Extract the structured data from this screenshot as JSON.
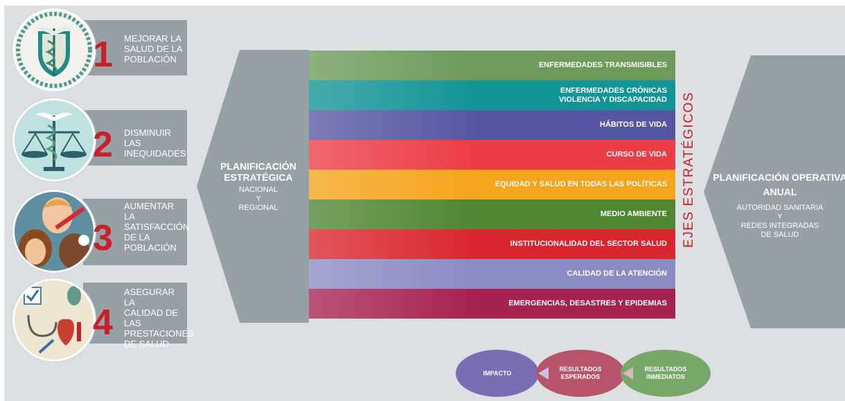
{
  "colors": {
    "background": "#dde0e2",
    "objective_box": "#95a1a5",
    "chevron": "#95a1a5",
    "number_red": "#c8202b",
    "axis_red": "#c8202b"
  },
  "objectives": [
    {
      "number": "1",
      "text": "Mejorar la\nsalud de la\npoblación",
      "icon": "caduceus-shield-icon"
    },
    {
      "number": "2",
      "text": "Disminuir las\ninequidades",
      "icon": "balance-scale-caduceus-icon"
    },
    {
      "number": "3",
      "text": "Aumentar la\nsatisfacción\nde la\npoblación",
      "icon": "patients-faces-icon"
    },
    {
      "number": "4",
      "text": "Asegurar la\ncalidad de las\nprestaciones\nde salud",
      "icon": "medical-tools-icon"
    }
  ],
  "strategic_planning": {
    "title": "PLANIFICACIÓN\nESTRATÉGICA",
    "subtitle": "NACIONAL\nY\nREGIONAL"
  },
  "axes": [
    {
      "label": "ENFERMEDADES TRANSMISIBLES",
      "color": "#6e9a5c"
    },
    {
      "label": "ENFERMEDADES CRÓNICAS\nVIOLENCIA Y DISCAPACIDAD",
      "color": "#139497"
    },
    {
      "label": "HÁBITOS DE VIDA",
      "color": "#5657a2"
    },
    {
      "label": "CURSO DE VIDA",
      "color": "#ec3d45"
    },
    {
      "label": "EQUIDAD Y SALUD EN TODAS LAS POLÍTICAS",
      "color": "#f5a41c"
    },
    {
      "label": "MEDIO AMBIENTE",
      "color": "#4f8732"
    },
    {
      "label": "INSTITUCIONALIDAD DEL SECTOR SALUD",
      "color": "#d9262e"
    },
    {
      "label": "CALIDAD DE LA ATENCIÓN",
      "color": "#8a8cc4"
    },
    {
      "label": "EMERGENCIAS, DESASTRES Y EPIDEMIAS",
      "color": "#a7234f"
    }
  ],
  "axes_title": "EJES ESTRATÉGICOS",
  "operational_planning": {
    "title": "PLANIFICACIÓN OPERATIVA\nANUAL",
    "subtitle": "AUTORIDAD SANITARIA\nY\nREDES INTEGRADAS\nDE SALUD"
  },
  "results": [
    {
      "label": "IMPACTO",
      "color": "#7b6db3"
    },
    {
      "label": "RESULTADOS\nESPERADOS",
      "color": "#b7546a"
    },
    {
      "label": "RESULTADOS\nINMEDIATOS",
      "color": "#78a868"
    }
  ]
}
